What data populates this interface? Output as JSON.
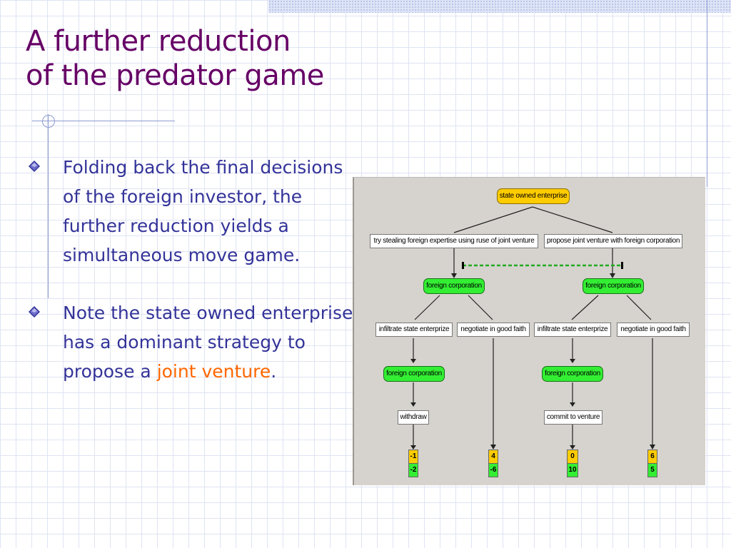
{
  "slide": {
    "title_lines": [
      "A further reduction",
      "of the predator game"
    ],
    "bullets": [
      {
        "text": "Folding back the final decisions of the foreign investor, the further reduction yields a simultaneous move game."
      },
      {
        "text_before": "Note the state owned enterprise has a dominant strategy to propose a ",
        "accent_text": "joint venture",
        "text_after": "."
      }
    ],
    "colors": {
      "title": "#660066",
      "body": "#333399",
      "accent": "#ff6600",
      "bullet_icon": "#333399"
    }
  },
  "diagram": {
    "root": {
      "label": "state owned enterprise"
    },
    "root_actions": [
      {
        "label": "try stealing foreign expertise using ruse of joint venture"
      },
      {
        "label": "propose joint venture with foreign corporation"
      }
    ],
    "fc_nodes_level1": [
      {
        "label": "foreign corporation"
      },
      {
        "label": "foreign corporation"
      }
    ],
    "fc_actions_level1": [
      {
        "label": "infiltrate state enterprize"
      },
      {
        "label": "negotiate in good faith"
      },
      {
        "label": "infiltrate state enterprize"
      },
      {
        "label": "negotiate in good faith"
      }
    ],
    "fc_nodes_level2": [
      {
        "label": "foreign corporation"
      },
      {
        "label": "foreign corporation"
      }
    ],
    "fc_actions_level2": [
      {
        "label": "withdraw"
      },
      {
        "label": "commit to venture"
      }
    ],
    "payoffs": [
      {
        "p1": "-1",
        "p2": "-2"
      },
      {
        "p1": "4",
        "p2": "-6"
      },
      {
        "p1": "0",
        "p2": "10"
      },
      {
        "p1": "6",
        "p2": "5"
      }
    ],
    "colors": {
      "state_node": "#ffcc00",
      "fc_node": "#33ee33",
      "background": "#d6d3ce"
    }
  }
}
